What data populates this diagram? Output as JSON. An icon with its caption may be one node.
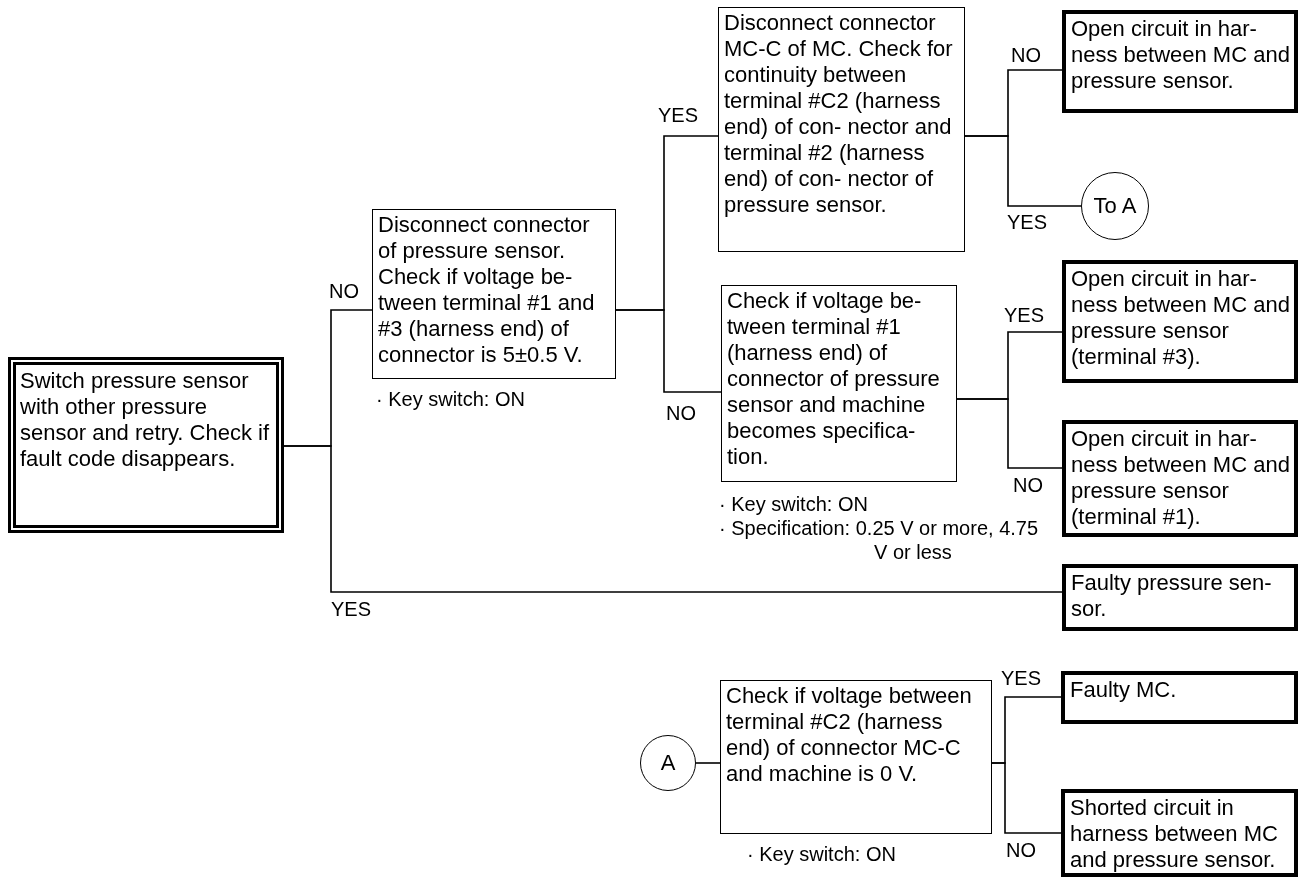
{
  "diagram": {
    "nodes": [
      {
        "text": [
          "Switch pressure sensor with other pressure sensor and retry. Check if fault code disappears."
        ]
      },
      {
        "text": [
          "Disconnect connector of pressure sensor. Check if voltage be- tween terminal #1 and #3 (harness end) of connector is 5±0.5 V."
        ],
        "beside": [
          "· Key switch: ON"
        ]
      },
      {
        "text": [
          "Disconnect connector MC-C of MC. Check for continuity between terminal #C2 (harness end) of con- nector and terminal #2 (harness end) of con- nector of pressure sensor."
        ]
      },
      {
        "text": [
          "Check if voltage be- tween terminal #1 (harness end) of connector of pressure sensor and machine becomes specifica- tion."
        ],
        "beside": [
          "· Key switch: ON",
          "· Specification: 0.25 V or more, 4.75 V or less"
        ]
      },
      {
        "text": [
          "Open circuit in har- ness between MC and pressure sensor."
        ]
      },
      {
        "text": [
          "To A"
        ]
      },
      {
        "text": [
          "Open circuit in har- ness between MC and pressure sensor (terminal #3)."
        ]
      },
      {
        "text": [
          "Open circuit in har- ness between MC and pressure sensor (terminal #1)."
        ]
      },
      {
        "text": [
          "Faulty pressure sen- sor."
        ]
      },
      {
        "text": [
          "A"
        ]
      },
      {
        "text": [
          "Check if voltage between terminal #C2 (harness end) of connector MC-C and machine is 0 V."
        ],
        "beside": [
          "· Key switch: ON"
        ]
      },
      {
        "text": [
          "Faulty MC."
        ]
      },
      {
        "text": [
          "Shorted circuit in harness between MC and pressure sensor."
        ]
      }
    ],
    "edges": [
      {
        "from": 0,
        "to": 1,
        "arrow": "none",
        "label": "NO"
      },
      {
        "from": 0,
        "to": 8,
        "arrow": "none",
        "label": "YES"
      },
      {
        "from": 1,
        "to": 2,
        "arrow": "none",
        "label": "YES"
      },
      {
        "from": 1,
        "to": 3,
        "arrow": "none",
        "label": "NO"
      },
      {
        "from": 2,
        "to": 4,
        "arrow": "none",
        "label": "NO"
      },
      {
        "from": 2,
        "to": 5,
        "arrow": "none",
        "label": "YES"
      },
      {
        "from": 3,
        "to": 6,
        "arrow": "none",
        "label": "YES"
      },
      {
        "from": 3,
        "to": 7,
        "arrow": "none",
        "label": "NO"
      },
      {
        "from": 9,
        "to": 10,
        "arrow": "none"
      },
      {
        "from": 10,
        "to": 11,
        "arrow": "none",
        "label": "YES"
      },
      {
        "from": 10,
        "to": 12,
        "arrow": "none",
        "label": "NO"
      }
    ]
  }
}
